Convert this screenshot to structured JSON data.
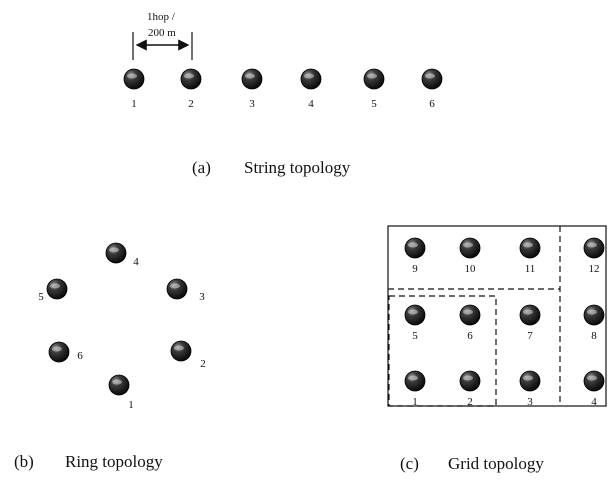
{
  "captions": {
    "a_tag": "(a)",
    "a_text": "String topology",
    "b_tag": "(b)",
    "b_text": "Ring topology",
    "c_tag": "(c)",
    "c_text": "Grid topology"
  },
  "hop_annotation": {
    "line1": "1hop /",
    "line2": "200 m"
  },
  "string_nodes": [
    "1",
    "2",
    "3",
    "4",
    "5",
    "6"
  ],
  "ring_nodes": [
    "1",
    "2",
    "3",
    "4",
    "5",
    "6"
  ],
  "grid_nodes": [
    "1",
    "2",
    "3",
    "4",
    "5",
    "6",
    "7",
    "8",
    "9",
    "10",
    "11",
    "12"
  ],
  "style": {
    "node_color": "#1a1a1a",
    "line_color": "#111111"
  }
}
